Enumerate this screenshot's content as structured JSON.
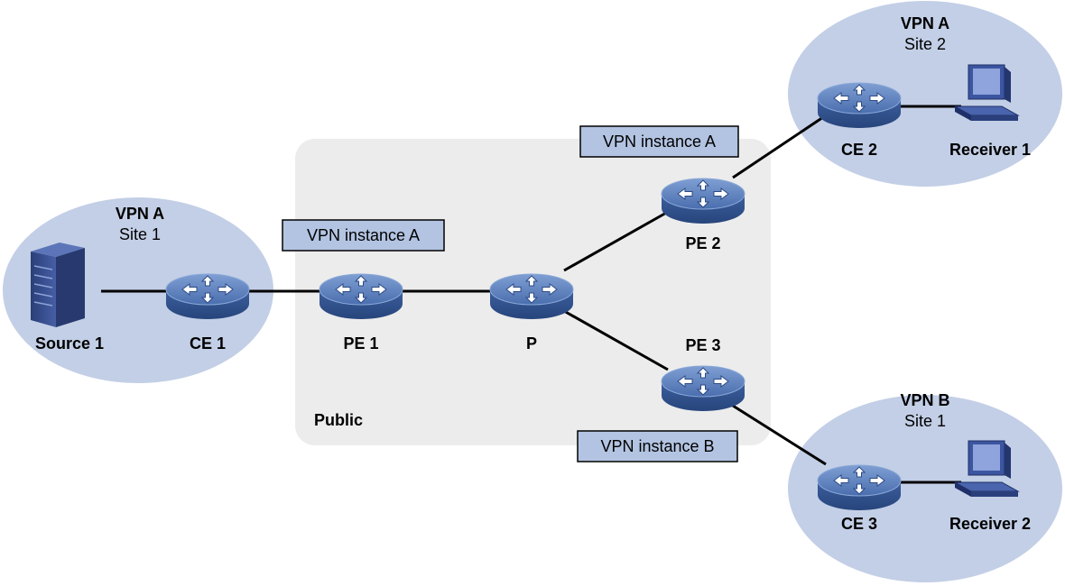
{
  "colors": {
    "site_fill": "#c3cfe6",
    "public_fill": "#ececec",
    "instance_box_fill": "#b3c4e2",
    "link": "#000000"
  },
  "sites": {
    "vpn_a_site1": {
      "name": "VPN A",
      "site": "Site 1"
    },
    "vpn_a_site2": {
      "name": "VPN A",
      "site": "Site 2"
    },
    "vpn_b_site1": {
      "name": "VPN B",
      "site": "Site 1"
    }
  },
  "public_label": "Public",
  "instances": {
    "pe1": "VPN instance A",
    "pe2": "VPN instance A",
    "pe3": "VPN instance B"
  },
  "devices": {
    "source1": {
      "label": "Source 1",
      "icon": "server-icon"
    },
    "ce1": {
      "label": "CE 1",
      "icon": "router-icon"
    },
    "pe1": {
      "label": "PE 1",
      "icon": "router-icon"
    },
    "p": {
      "label": "P",
      "icon": "router-icon"
    },
    "pe2": {
      "label": "PE 2",
      "icon": "router-icon"
    },
    "pe3": {
      "label": "PE 3",
      "icon": "router-icon"
    },
    "ce2": {
      "label": "CE 2",
      "icon": "router-icon"
    },
    "ce3": {
      "label": "CE 3",
      "icon": "router-icon"
    },
    "receiver1": {
      "label": "Receiver 1",
      "icon": "computer-icon"
    },
    "receiver2": {
      "label": "Receiver 2",
      "icon": "computer-icon"
    }
  }
}
